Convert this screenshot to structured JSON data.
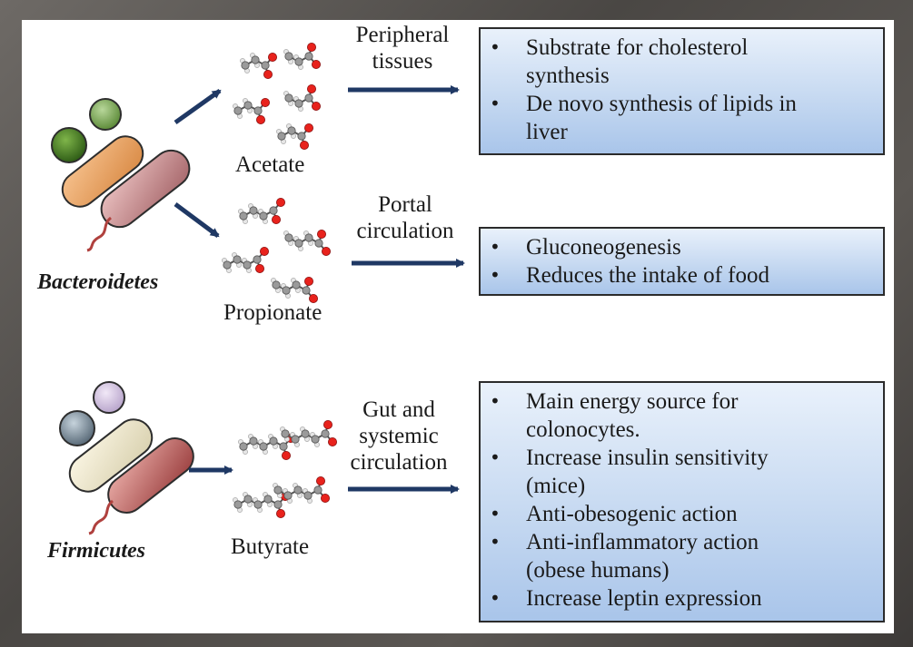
{
  "groups": [
    {
      "name": "Bacteroidetes"
    },
    {
      "name": "Firmicutes"
    }
  ],
  "metabolites": {
    "acetate": "Acetate",
    "propionate": "Propionate",
    "butyrate": "Butyrate"
  },
  "routes": {
    "acetate": [
      "Peripheral",
      "tissues"
    ],
    "propionate": [
      "Portal",
      "circulation"
    ],
    "butyrate": [
      "Gut and",
      "systemic",
      "circulation"
    ]
  },
  "effects": {
    "acetate": [
      [
        "Substrate for cholesterol",
        "synthesis"
      ],
      [
        "De novo synthesis of lipids in",
        "liver"
      ]
    ],
    "propionate": [
      [
        "Gluconeogenesis"
      ],
      [
        "Reduces the intake of food"
      ]
    ],
    "butyrate": [
      [
        "Main energy source for",
        "colonocytes."
      ],
      [
        "Increase insulin sensitivity",
        "(mice)"
      ],
      [
        "Anti-obesogenic action"
      ],
      [
        "Anti-inflammatory action",
        "(obese humans)"
      ],
      [
        "Increase leptin expression"
      ]
    ]
  },
  "colors": {
    "arrow": "#1f3864",
    "box_border": "#2b2b2b",
    "box_fill_top": "#e9f1fb",
    "box_fill_bottom": "#a9c5ea",
    "oxygen_atom": "#e8221c",
    "carbon_atom": "#9a9a9a",
    "hydrogen_atom": "#e6e6e6"
  }
}
